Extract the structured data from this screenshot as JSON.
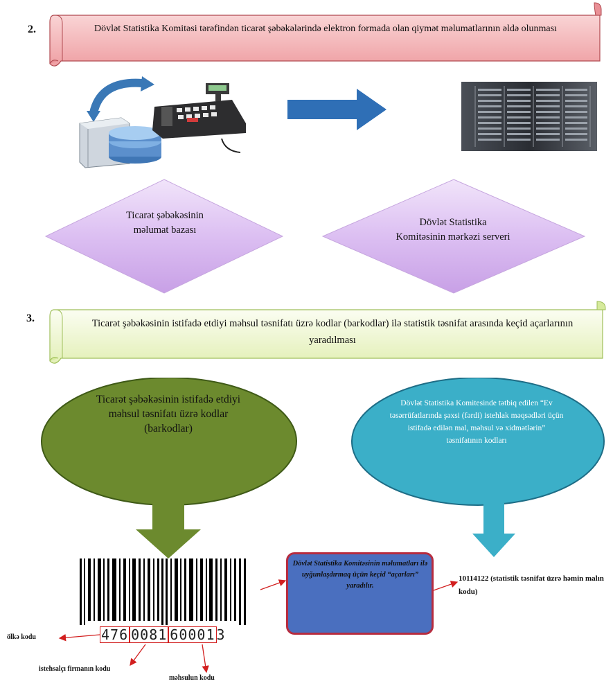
{
  "step2": {
    "number": "2.",
    "banner": "Dövlət Statistika Komitəsi tərəfindən ticarət şəbəkələrində elektron formada olan qiymət məlumatlarının əldə olunması"
  },
  "diamonds": [
    {
      "label": "Ticarət şəbəkəsinin məlumat bazası"
    },
    {
      "label": "Dövlət Statistika Komitəsinin mərkəzi serveri"
    }
  ],
  "step3": {
    "number": "3.",
    "banner": "Ticarət şəbəkəsinin istifadə etdiyi məhsul təsnifatı üzrə kodlar (barkodlar) ilə statistik təsnifat arasında keçid açarlarının yaradılması"
  },
  "ellipses": [
    {
      "label": "Ticarət şəbəkəsinin istifadə etdiyi məhsul təsnifatı üzrə kodlar (barkodlar)"
    },
    {
      "label": "Dövlət Statistika Komitesinde tətbiq edilen “Ev təsərrüfatlarında şəxsi (fərdi) istehlak məqsədləri üçün istifadə edilən mal, məhsul və xidmətlərin” təsnifatının kodları"
    }
  ],
  "barcode": {
    "digits_country": "476",
    "digits_manufacturer": "0081",
    "digits_product": "60001",
    "digits_check": "3"
  },
  "key_box": "Dövlət Statistika Komitəsinin məlumatları ilə uyğunlaşdırmaq üçün keçid “açarları” yaradılır.",
  "stat_code": "10114122 (statistik təsnifat üzrə həmin malın kodu)",
  "labels": {
    "country": "ölkə kodu",
    "manufacturer": "istehsalçı firmanın kodu",
    "product": "məhsulun kodu"
  },
  "colors": {
    "banner_red": "#f4b6b8",
    "banner_green": "#ebf5c8",
    "diamond": "#d9b8ee",
    "ellipse_green": "#6c8a2e",
    "ellipse_blue": "#3bafc8",
    "key_box": "#4a6fbf",
    "arrow_blue": "#2f6fb6",
    "line_red": "#d21f1f"
  }
}
